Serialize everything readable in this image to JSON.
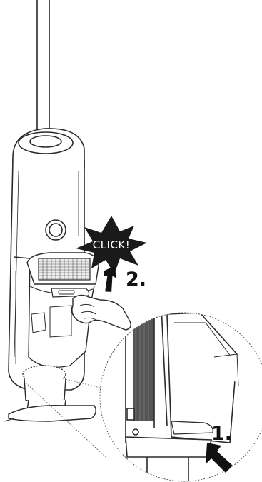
{
  "callouts": {
    "click_burst": "CLICK!",
    "step_one": "1.",
    "step_two": "2."
  },
  "colors": {
    "line": "#2a2a2a",
    "burst_fill": "#1a1a1a",
    "arrow_fill": "#111111",
    "filter_dark": "#555555"
  }
}
